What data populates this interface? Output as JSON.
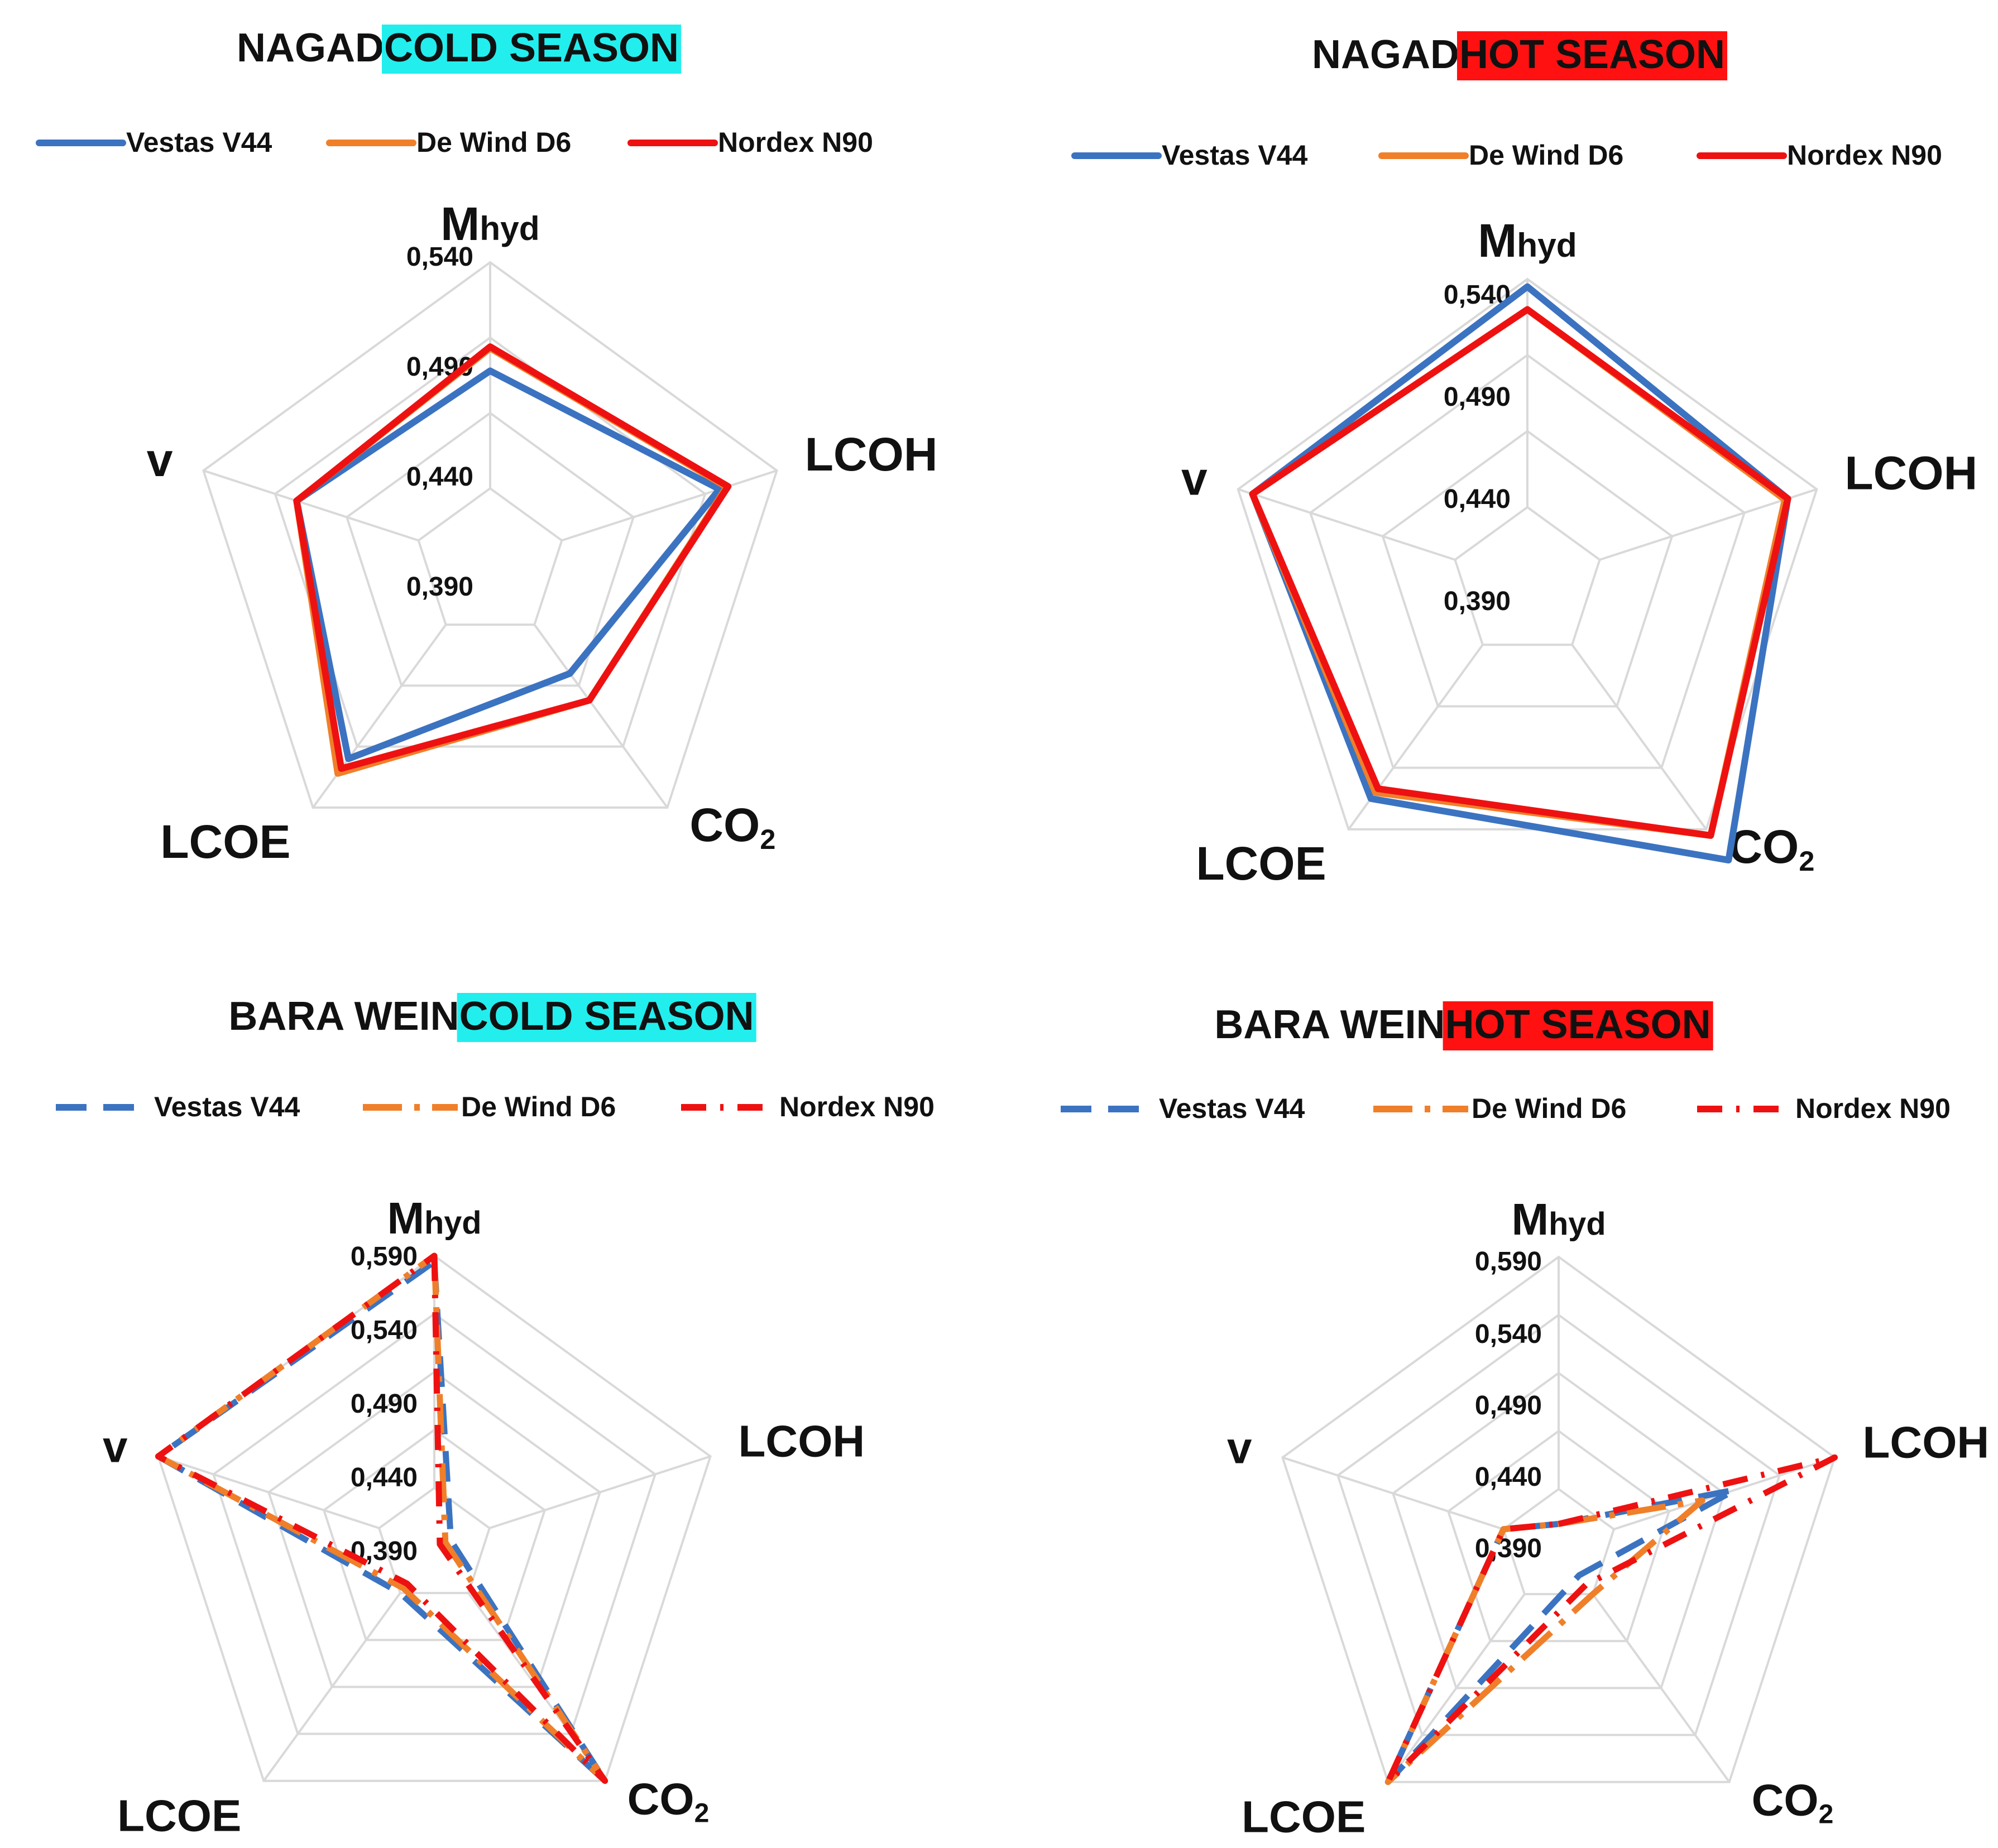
{
  "colors": {
    "vestas": "#3b73c1",
    "dewind": "#f07f2a",
    "nordex": "#ee1111",
    "grid": "#d9d9d9",
    "cold_highlight": "#22eeee",
    "hot_highlight": "#ff1111"
  },
  "chart_data": [
    {
      "type": "radar",
      "title_prefix": "NAGAD",
      "title_highlight": "COLD SEASON",
      "season": "cold",
      "line_style": "solid",
      "axes": [
        {
          "main": "M",
          "sub": "hyd"
        },
        {
          "main": "LCOH",
          "sub": ""
        },
        {
          "main": "CO",
          "sub": "2"
        },
        {
          "main": "LCOE",
          "sub": ""
        },
        {
          "main": "v",
          "sub": ""
        }
      ],
      "ticks": [
        "0,390",
        "0,440",
        "0,490",
        "0,540"
      ],
      "range": [
        0.34,
        0.54
      ],
      "series": [
        {
          "name": "Vestas V44",
          "color_key": "vestas",
          "values": [
            0.468,
            0.5,
            0.43,
            0.5,
            0.475
          ]
        },
        {
          "name": "De Wind D6",
          "color_key": "dewind",
          "values": [
            0.483,
            0.505,
            0.452,
            0.512,
            0.475
          ]
        },
        {
          "name": "Nordex N90",
          "color_key": "nordex",
          "values": [
            0.484,
            0.506,
            0.452,
            0.508,
            0.475
          ]
        }
      ]
    },
    {
      "type": "radar",
      "title_prefix": "NAGAD",
      "title_highlight": "HOT SEASON",
      "season": "hot",
      "line_style": "solid",
      "axes": [
        {
          "main": "M",
          "sub": "hyd"
        },
        {
          "main": "LCOH",
          "sub": ""
        },
        {
          "main": "CO",
          "sub": "2"
        },
        {
          "main": "LCOE",
          "sub": ""
        },
        {
          "main": "v",
          "sub": ""
        }
      ],
      "ticks": [
        "0,390",
        "0,440",
        "0,490",
        "0,540"
      ],
      "range": [
        0.34,
        0.54
      ],
      "series": [
        {
          "name": "Vestas V44",
          "color_key": "vestas",
          "values": [
            0.535,
            0.52,
            0.565,
            0.515,
            0.53
          ]
        },
        {
          "name": "De Wind D6",
          "color_key": "dewind",
          "values": [
            0.52,
            0.518,
            0.545,
            0.51,
            0.53
          ]
        },
        {
          "name": "Nordex N90",
          "color_key": "nordex",
          "values": [
            0.52,
            0.52,
            0.545,
            0.507,
            0.53
          ]
        }
      ]
    },
    {
      "type": "radar",
      "title_prefix": "BARA WEIN",
      "title_highlight": "COLD SEASON",
      "season": "cold",
      "line_style": "dashed",
      "axes": [
        {
          "main": "M",
          "sub": "hyd"
        },
        {
          "main": "LCOH",
          "sub": ""
        },
        {
          "main": "CO",
          "sub": "2"
        },
        {
          "main": "LCOE",
          "sub": ""
        },
        {
          "main": "v",
          "sub": ""
        }
      ],
      "ticks": [
        "0,390",
        "0,440",
        "0,490",
        "0,540",
        "0,590"
      ],
      "range": [
        0.34,
        0.59
      ],
      "series": [
        {
          "name": "Vestas V44",
          "color_key": "vestas",
          "values": [
            0.585,
            0.355,
            0.59,
            0.39,
            0.59
          ]
        },
        {
          "name": "De Wind D6",
          "color_key": "dewind",
          "values": [
            0.59,
            0.35,
            0.59,
            0.385,
            0.59
          ]
        },
        {
          "name": "Nordex N90",
          "color_key": "nordex",
          "values": [
            0.59,
            0.345,
            0.59,
            0.38,
            0.59
          ]
        }
      ]
    },
    {
      "type": "radar",
      "title_prefix": "BARA WEIN",
      "title_highlight": "HOT SEASON",
      "season": "hot",
      "line_style": "dashed",
      "axes": [
        {
          "main": "M",
          "sub": "hyd"
        },
        {
          "main": "LCOH",
          "sub": ""
        },
        {
          "main": "CO",
          "sub": "2"
        },
        {
          "main": "LCOE",
          "sub": ""
        },
        {
          "main": "v",
          "sub": ""
        }
      ],
      "ticks": [
        "0,390",
        "0,440",
        "0,490",
        "0,540",
        "0,590"
      ],
      "range": [
        0.34,
        0.59
      ],
      "series": [
        {
          "name": "Vestas V44",
          "color_key": "vestas",
          "values": [
            0.36,
            0.5,
            0.37,
            0.59,
            0.39
          ]
        },
        {
          "name": "De Wind D6",
          "color_key": "dewind",
          "values": [
            0.36,
            0.47,
            0.39,
            0.59,
            0.39
          ]
        },
        {
          "name": "Nordex N90",
          "color_key": "nordex",
          "values": [
            0.36,
            0.59,
            0.38,
            0.59,
            0.39
          ]
        }
      ]
    }
  ]
}
